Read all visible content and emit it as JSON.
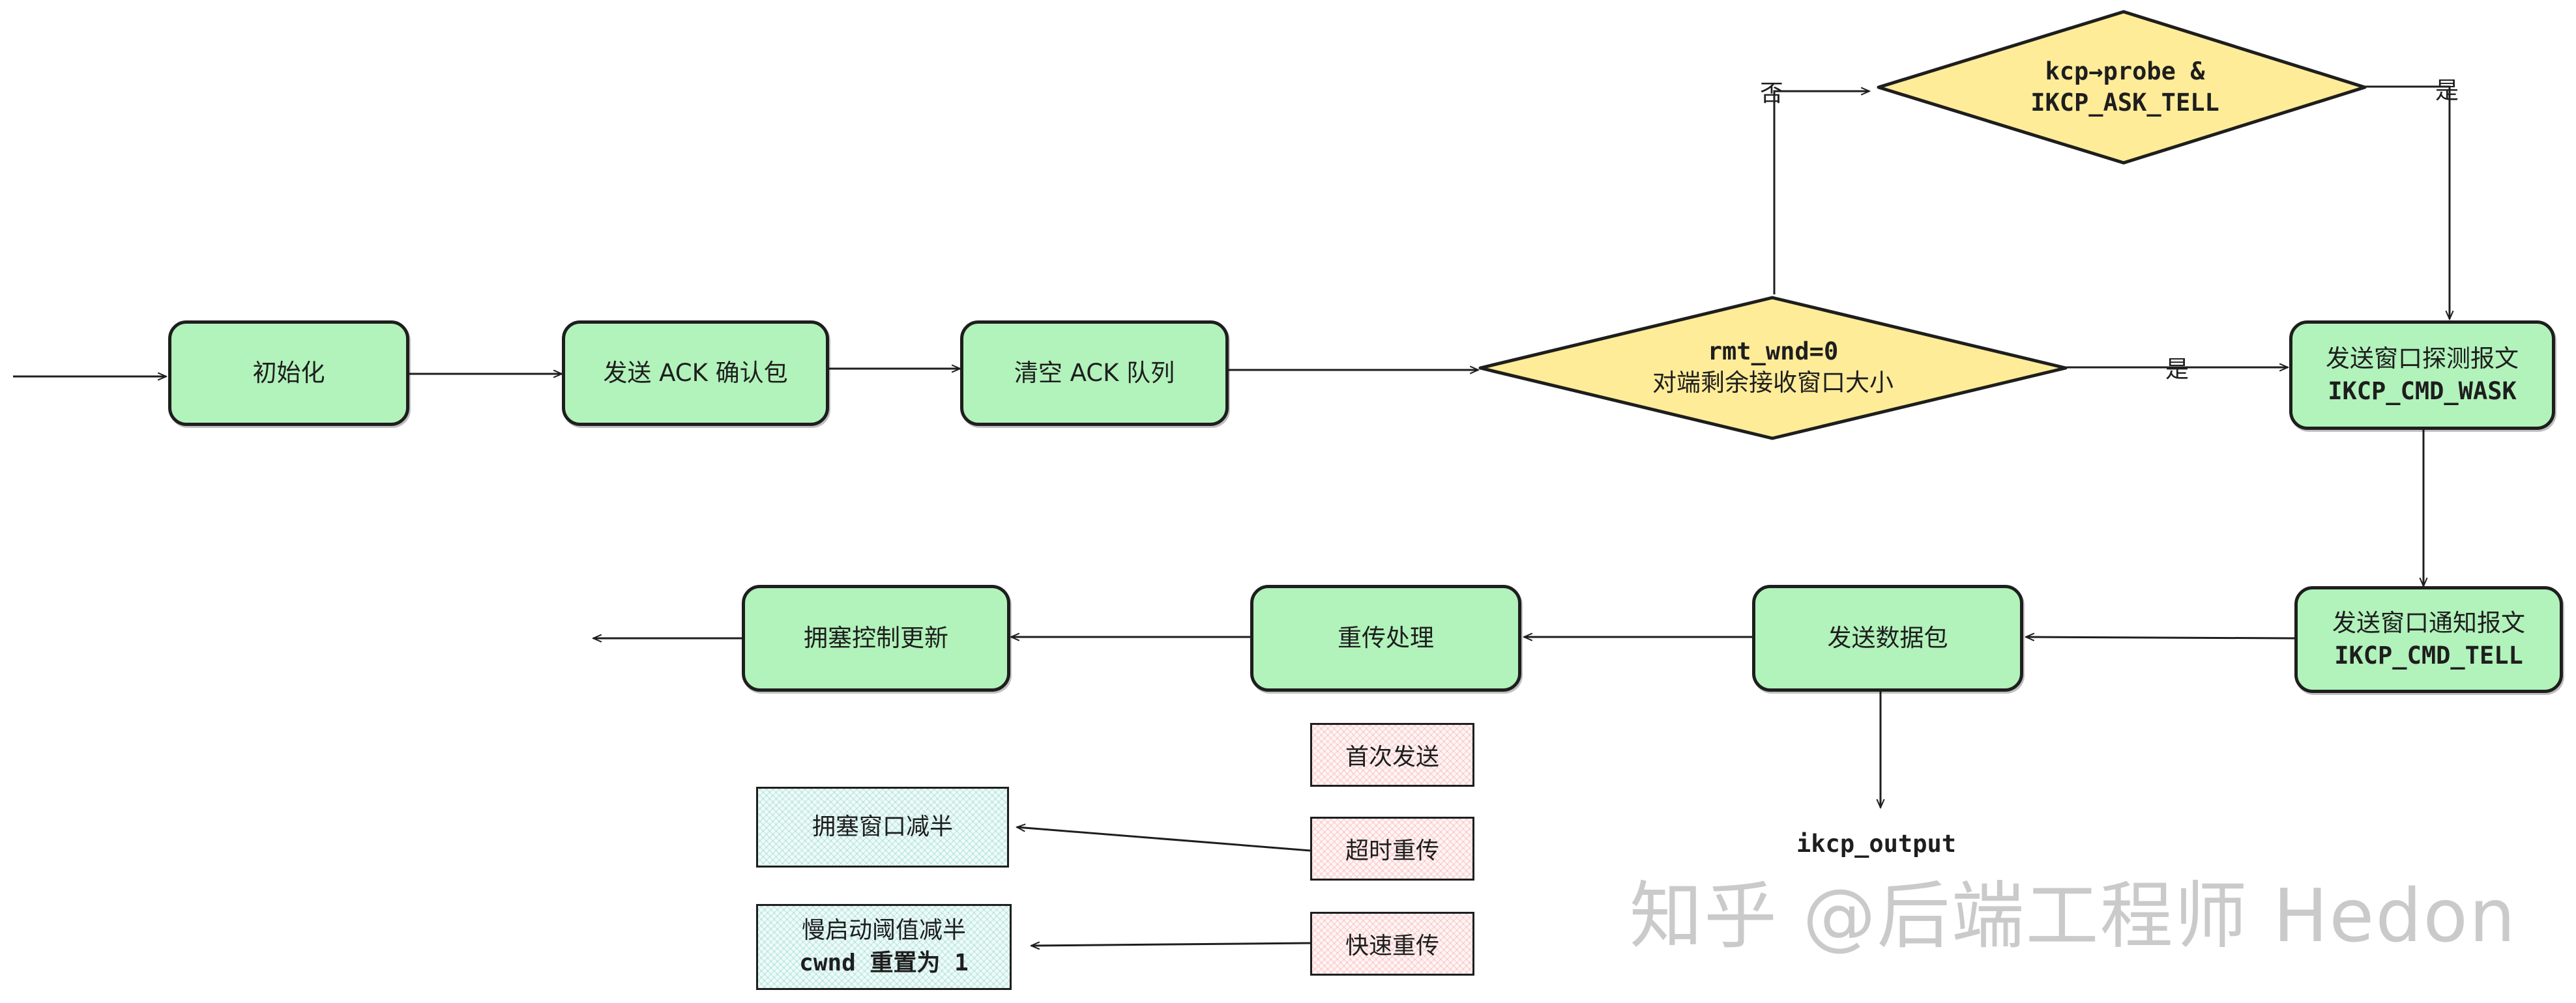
{
  "nodes": {
    "init": "初始化",
    "send_ack": "发送 ACK 确认包",
    "clear_ack": "清空 ACK 队列",
    "rmt_wnd_check": {
      "line1": "rmt_wnd=0",
      "line2": "对端剩余接收窗口大小"
    },
    "probe_check": {
      "line1": "kcp→probe &",
      "line2": "IKCP_ASK_TELL"
    },
    "wask": {
      "line1": "发送窗口探测报文",
      "line2": "IKCP_CMD_WASK"
    },
    "tell": {
      "line1": "发送窗口通知报文",
      "line2": "IKCP_CMD_TELL"
    },
    "send_data": "发送数据包",
    "retransmit": "重传处理",
    "congestion": "拥塞控制更新",
    "first_send": "首次发送",
    "timeout_retrans": "超时重传",
    "fast_retrans": "快速重传",
    "cwnd_half": "拥塞窗口减半",
    "ssthresh": {
      "line1": "慢启动阈值减半",
      "line2": "cwnd 重置为 1"
    },
    "ikcp_output": "ikcp_output"
  },
  "edge_labels": {
    "no": "否",
    "yes_top": "是",
    "yes_mid": "是"
  },
  "colors": {
    "process_fill": "#b2f2bb",
    "decision_fill": "#ffec99",
    "stroke": "#1e1e1e"
  },
  "watermark": "知乎 @后端工程师 Hedon"
}
